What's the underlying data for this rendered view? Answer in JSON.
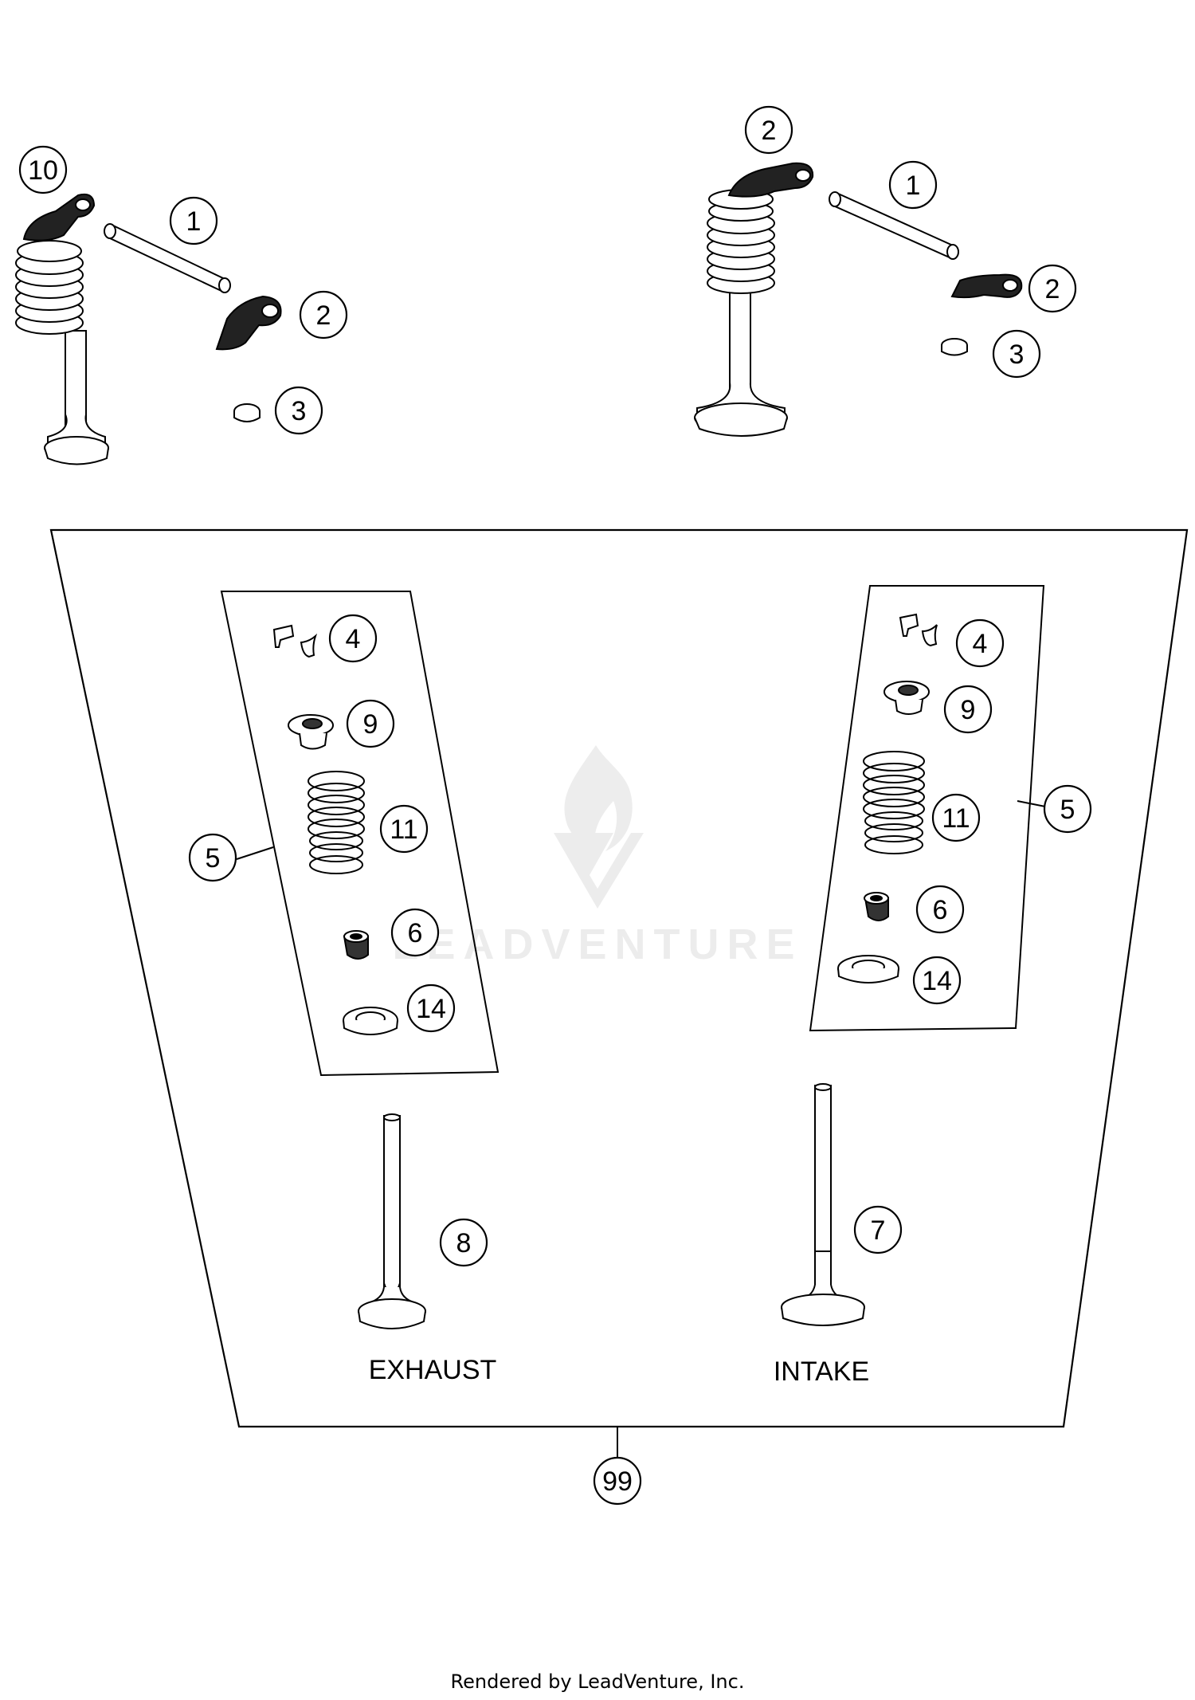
{
  "callouts": {
    "c10": "10",
    "c1_left": "1",
    "c2_left": "2",
    "c3_left": "3",
    "c2_top": "2",
    "c1_right": "1",
    "c2_right": "2",
    "c3_right": "3",
    "c4_ex": "4",
    "c9_ex": "9",
    "c11_ex": "11",
    "c5_ex": "5",
    "c6_ex": "6",
    "c14_ex": "14",
    "c4_in": "4",
    "c9_in": "9",
    "c11_in": "11",
    "c5_in": "5",
    "c6_in": "6",
    "c14_in": "14",
    "c8": "8",
    "c7": "7",
    "c99": "99"
  },
  "labels": {
    "exhaust": "EXHAUST",
    "intake": "INTAKE"
  },
  "watermark": "LEADVENTURE",
  "footer": "Rendered by LeadVenture, Inc."
}
